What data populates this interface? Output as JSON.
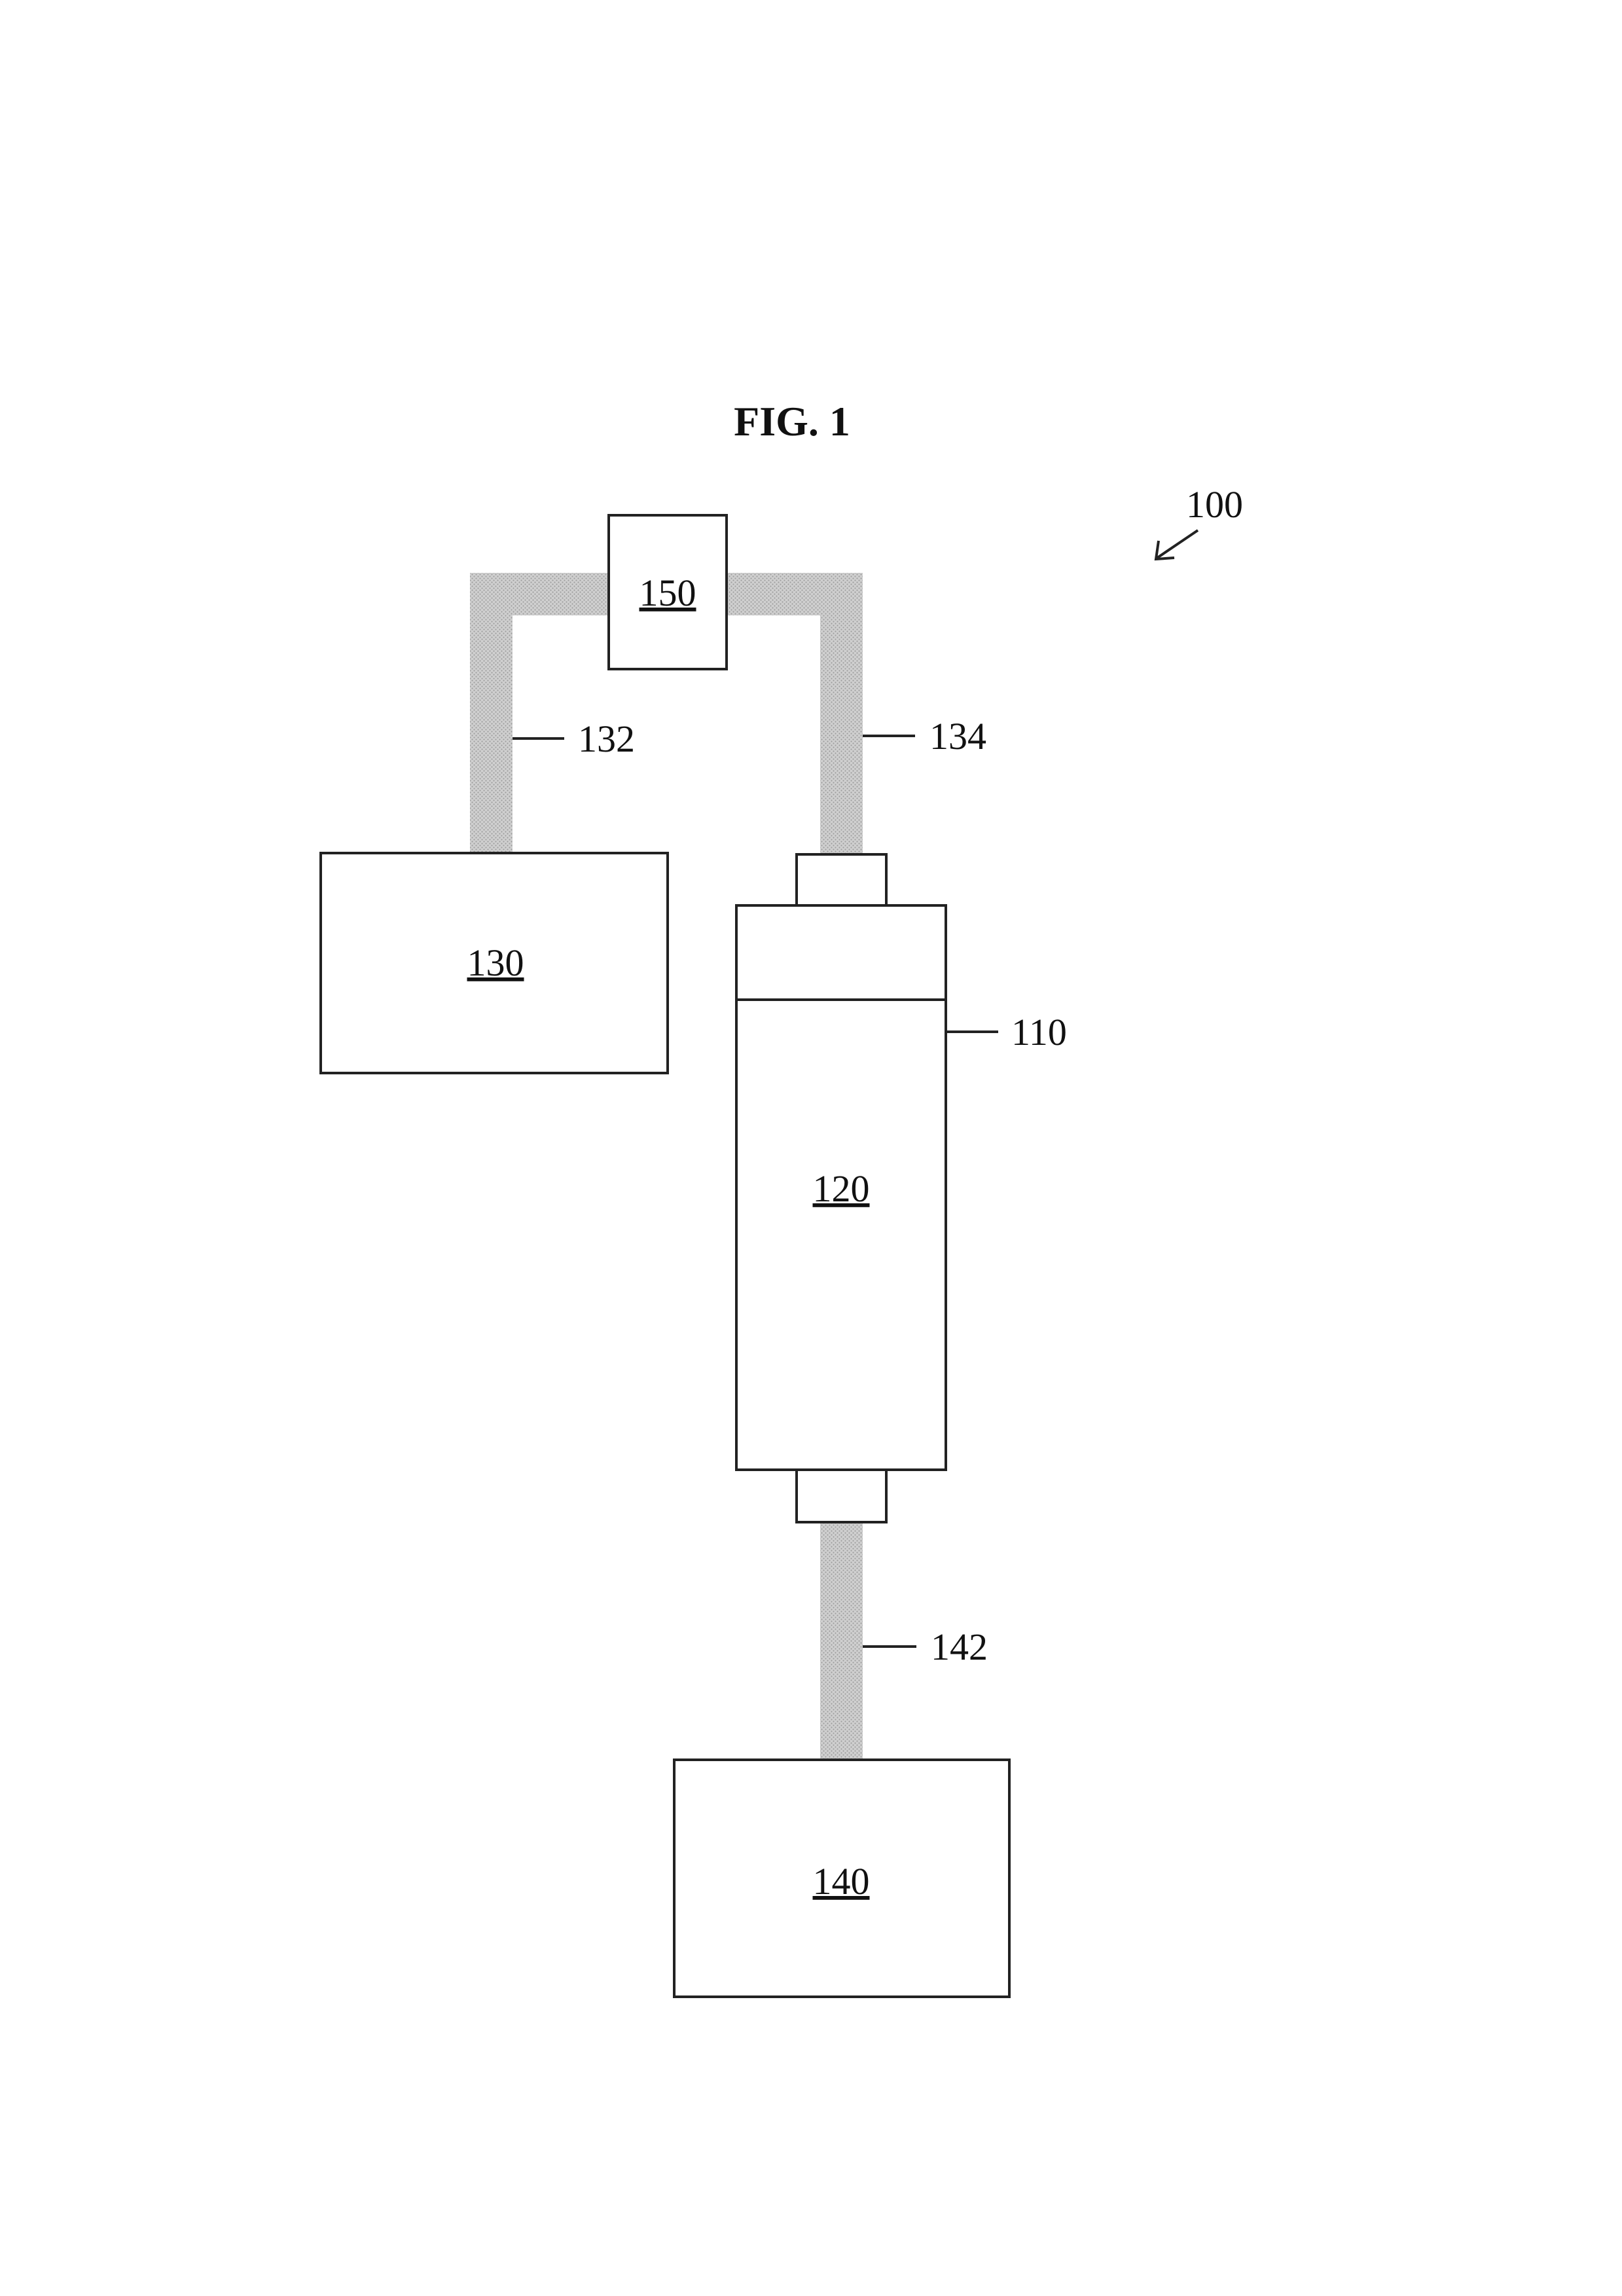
{
  "figure": {
    "title": "FIG. 1",
    "system_ref": "100",
    "components": {
      "reactor_ref": "110",
      "chamber_label": "120",
      "source_label": "130",
      "receiver_label": "140",
      "valve_label": "150"
    },
    "lines": {
      "line_132": "132",
      "line_134": "134",
      "line_142": "142"
    },
    "colors": {
      "stroke": "#222222",
      "pipe_fill": "#c8c8c8",
      "pipe_dot": "#a9a9a9"
    }
  }
}
